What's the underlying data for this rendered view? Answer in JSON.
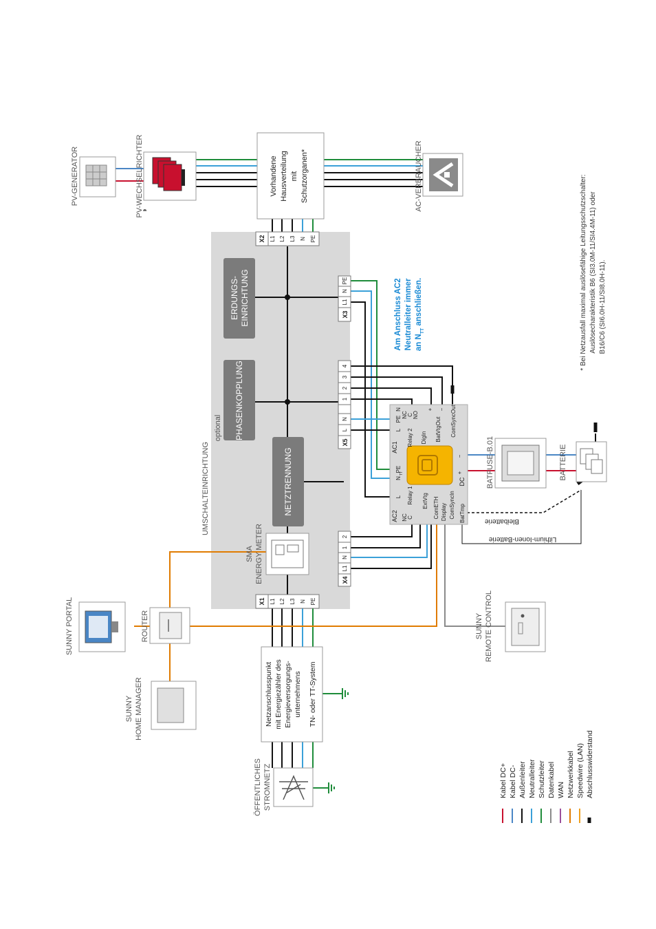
{
  "labels": {
    "pv_generator": "PV-GENERATOR",
    "pv_inverter": "PV-WECHSELRICHTER",
    "ac_consumers": "AC-VERBRAUCHER",
    "dist": [
      "Vorhandene",
      "Hausverteilung",
      "mit",
      "Schutzorganen*"
    ],
    "switch_device": "UMSCHALTEINRICHTUNG",
    "optional": "optional",
    "grounding": [
      "ERDUNGS-",
      "EINRICHTUNG"
    ],
    "phase_coupling": "PHASENKOPPLUNG",
    "grid_separation": "NETZTRENNUNG",
    "energy_meter": [
      "SMA",
      "ENERGY METER"
    ],
    "sunny_portal": "SUNNY PORTAL",
    "router": "ROUTER",
    "home_manager": [
      "SUNNY",
      "HOME MANAGER"
    ],
    "public_grid": [
      "ÖFFENTLICHES",
      "STROMNETZ"
    ],
    "grid_point": [
      "Netzanschlusspunkt",
      "mit Energiezähler des",
      "Energieversorgungs-",
      "unternehmens",
      "TN- oder TT-System"
    ],
    "remote_control": [
      "SUNNY",
      "REMOTE CONTROL"
    ],
    "batfuse": "BATFUSE-B.01",
    "battery": "BATTERIE",
    "lead_battery": "Bleibatterie",
    "lithium_battery": "Lithium-Ionen-Batterie",
    "ac2_note": [
      "Am Anschluss AC2",
      "Neutralleiter immer",
      "an N",
      "TT",
      " anschließen."
    ],
    "footnote": [
      "* Bei Netzausfall maximal auslösefähige Leitungsschutzschalter:",
      "Auslösecharakteristik B6 (SI3.0M-11/SI4.4M-11) oder",
      "B16/C6 (SI6.0H-11/SI8.0H-11)."
    ]
  },
  "terminals": {
    "x1": {
      "name": "X1",
      "pins": [
        "L1",
        "L2",
        "L3",
        "N",
        "PE"
      ]
    },
    "x2": {
      "name": "X2",
      "pins": [
        "L1",
        "L2",
        "L3",
        "N",
        "PE"
      ]
    },
    "x3": {
      "name": "X3",
      "pins": [
        "L1",
        "N",
        "PE"
      ]
    },
    "x4": {
      "name": "X4",
      "pins": [
        "L1",
        "N",
        "1",
        "2"
      ]
    },
    "x5": {
      "name": "X5",
      "pins": [
        "L",
        "N",
        "1",
        "2",
        "3",
        "4"
      ]
    }
  },
  "inverter": {
    "ac1": "AC1",
    "ac2": "AC2",
    "relay2": "Relay 2",
    "relay1": "Relay 1",
    "digin": "DigIn",
    "batvtgout": "BatVtgOut",
    "comsyncout": "ComSyncOut",
    "extvtg": "ExtVtg",
    "cometh": "ComETH",
    "display": "Display",
    "comsyncin": "ComSyncIn",
    "battmp": "BatTmp",
    "dc": "DC",
    "relay_pins": [
      "NC",
      "C",
      "NO"
    ],
    "ac_pins": [
      "PE",
      "N",
      "L"
    ],
    "ac2_pins": [
      "PE",
      "N",
      "L"
    ],
    "nt": "N",
    "nt_sub": "TT",
    "plus": "+",
    "minus": "−"
  },
  "legend": [
    {
      "label": "Kabel DC+",
      "color": "#c8102e"
    },
    {
      "label": "Kabel DC-",
      "color": "#4a86c5"
    },
    {
      "label": "Außenleiter",
      "color": "#111111"
    },
    {
      "label": "Neutralleiter",
      "color": "#3aa0d8"
    },
    {
      "label": "Schutzleiter",
      "color": "#1e8c3a"
    },
    {
      "label": "Datenkabel",
      "color": "#8a8a8a"
    },
    {
      "label": "WAN",
      "color": "#9b4f9b"
    },
    {
      "label": "Netzwerkkabel",
      "color": "#e07b00"
    },
    {
      "label": "Speedwire (LAN)",
      "color": "#f0a020"
    },
    {
      "label": "Abschlusswiderstand",
      "color": "#111111"
    }
  ],
  "colors": {
    "phase": "#111111",
    "neutral": "#3aa0d8",
    "pe": "#1e8c3a",
    "dc_plus": "#c8102e",
    "dc_minus": "#4a86c5",
    "data": "#8a8a8a",
    "network": "#e07b00",
    "note_blue": "#1a8ad4",
    "panel": "#d9d9d9",
    "module": "#7b7b7b",
    "inverter_yellow": "#f5b400"
  }
}
